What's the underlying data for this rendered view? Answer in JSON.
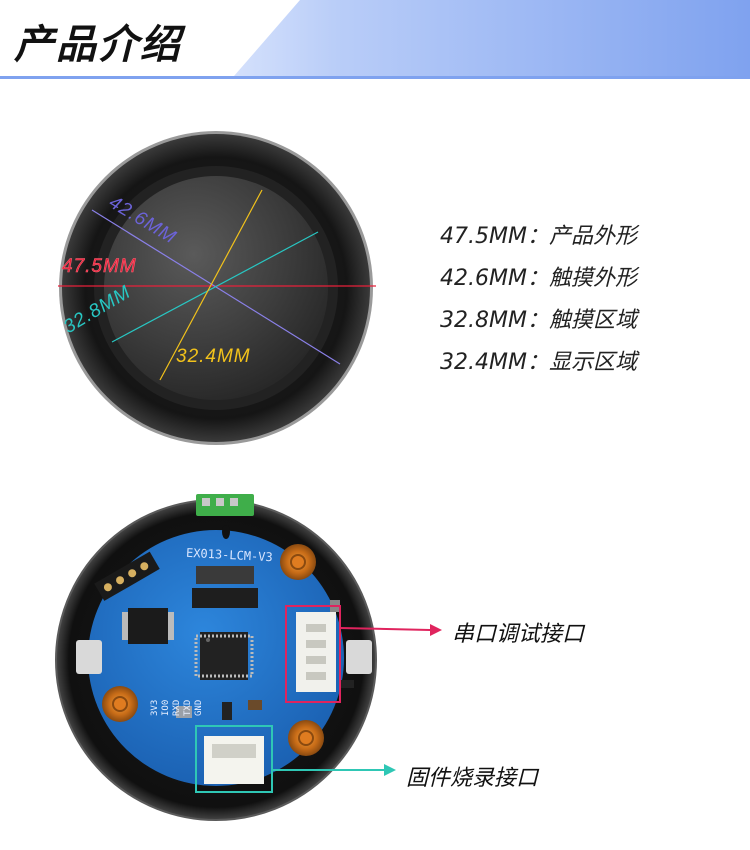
{
  "header": {
    "title": "产品介绍"
  },
  "display": {
    "labels": {
      "outer": "47.5MM",
      "touch_outer": "42.6MM",
      "touch_area": "32.8MM",
      "display_area": "32.4MM"
    },
    "colors": {
      "outer": "#e8203a",
      "touch_outer": "#6c63d8",
      "touch_area": "#28c7c3",
      "display_area": "#f2c21b"
    }
  },
  "specs": [
    {
      "text": "47.5MM：产品外形"
    },
    {
      "text": "42.6MM：触摸外形"
    },
    {
      "text": "32.8MM：触摸区域"
    },
    {
      "text": "32.4MM：显示区域"
    }
  ],
  "board": {
    "model": "EX013-LCM-V3",
    "pins": [
      "3V3",
      "IO0",
      "RXD",
      "TXD",
      "GND"
    ],
    "callouts": {
      "serial": "串口调试接口",
      "firmware": "固件烧录接口"
    },
    "colors": {
      "pcb": "#1f74c8",
      "serial_box": "#e0245e",
      "firmware_box": "#2fc7b5"
    }
  }
}
